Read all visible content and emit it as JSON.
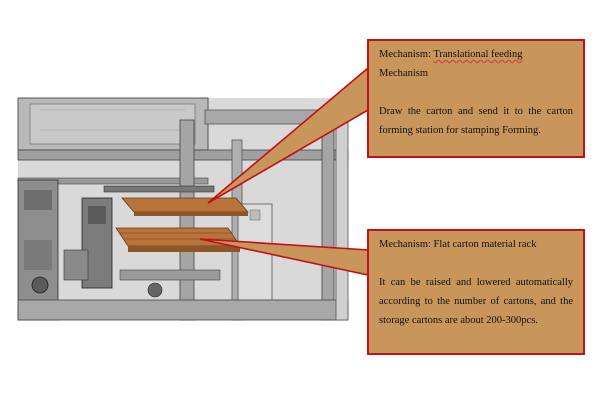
{
  "callouts": {
    "feeding": {
      "label_prefix": "Mechanism:",
      "name_line1": "Translational feeding",
      "name_line2": "Mechanism",
      "description": "Draw the carton and send it to the carton forming station for stamping Forming."
    },
    "rack": {
      "label_prefix": "Mechanism:",
      "name": "Flat carton material rack",
      "description": "It can be raised and lowered automatically according to the number of cartons, and the storage cartons are about 200-300pcs."
    }
  },
  "colors": {
    "callout_fill": "#c8955a",
    "callout_border": "#c0101a",
    "carton": "#b8743a",
    "frame": "#8c8c8c"
  }
}
